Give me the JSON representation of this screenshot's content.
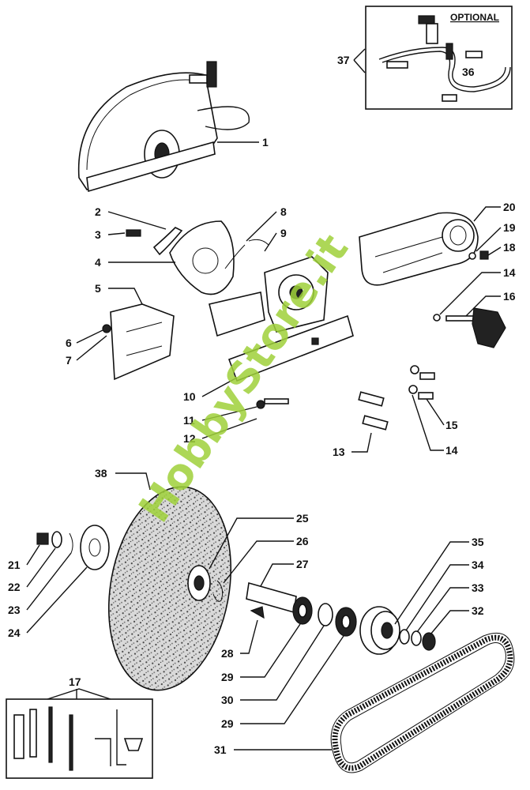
{
  "watermark": "HobbyStore.it",
  "optional_label": "OPTIONAL",
  "labels": {
    "p1": "1",
    "p2": "2",
    "p3": "3",
    "p4": "4",
    "p5": "5",
    "p6": "6",
    "p7": "7",
    "p8": "8",
    "p9": "9",
    "p10": "10",
    "p11": "11",
    "p12": "12",
    "p13": "13",
    "p14a": "14",
    "p14b": "14",
    "p15": "15",
    "p16": "16",
    "p17": "17",
    "p18": "18",
    "p19": "19",
    "p20": "20",
    "p21": "21",
    "p22": "22",
    "p23": "23",
    "p24": "24",
    "p25": "25",
    "p26": "26",
    "p27": "27",
    "p28": "28",
    "p29a": "29",
    "p29b": "29",
    "p30": "30",
    "p31": "31",
    "p32": "32",
    "p33": "33",
    "p34": "34",
    "p35": "35",
    "p36": "36",
    "p37": "37",
    "p38": "38"
  }
}
